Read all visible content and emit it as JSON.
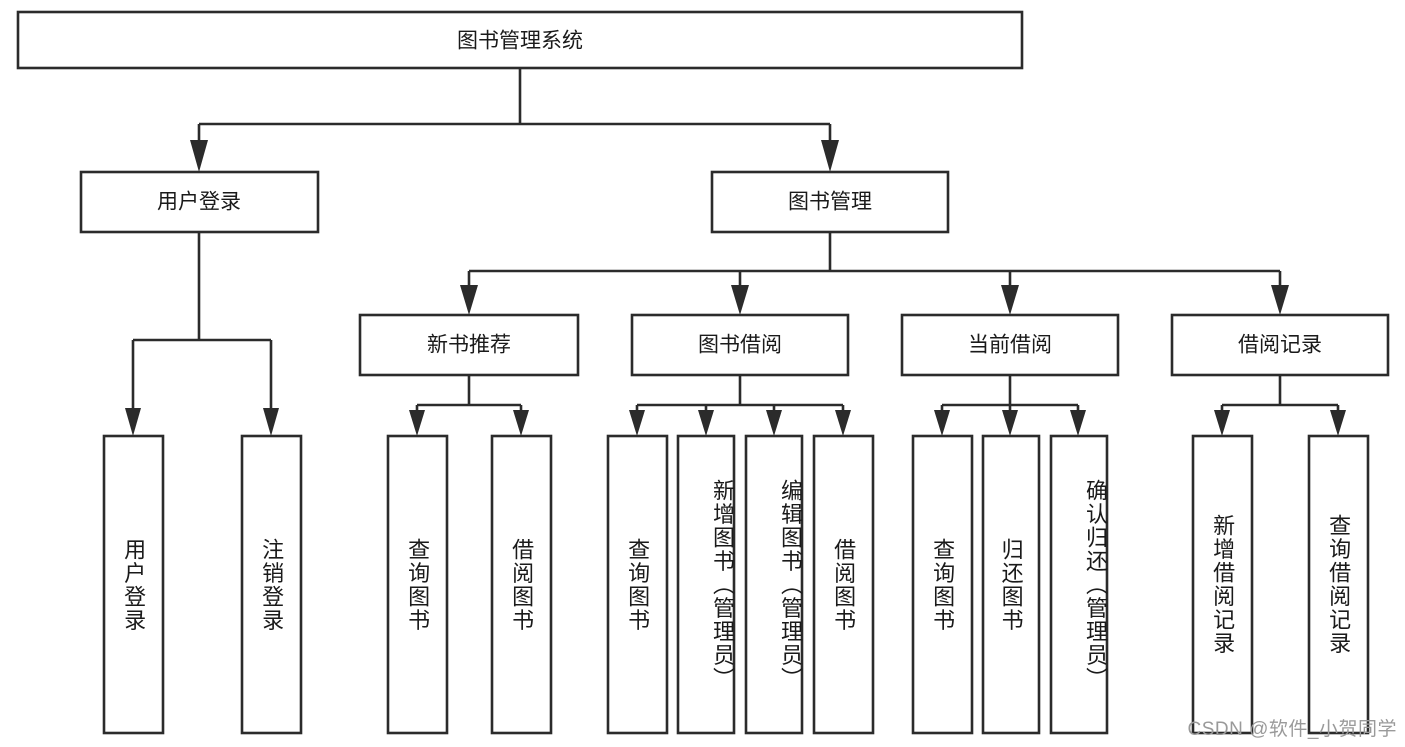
{
  "diagram": {
    "type": "tree-hierarchy",
    "title": "图书管理系统",
    "root": {
      "id": "root",
      "label": "图书管理系统",
      "orientation": "horizontal"
    },
    "level2": [
      {
        "id": "user-login",
        "label": "用户登录",
        "orientation": "horizontal"
      },
      {
        "id": "book-management",
        "label": "图书管理",
        "orientation": "horizontal"
      }
    ],
    "level3": [
      {
        "id": "new-book-recommend",
        "label": "新书推荐",
        "orientation": "horizontal",
        "parent": "book-management"
      },
      {
        "id": "book-borrow",
        "label": "图书借阅",
        "orientation": "horizontal",
        "parent": "book-management"
      },
      {
        "id": "current-borrow",
        "label": "当前借阅",
        "orientation": "horizontal",
        "parent": "book-management"
      },
      {
        "id": "borrow-record",
        "label": "借阅记录",
        "orientation": "horizontal",
        "parent": "book-management"
      }
    ],
    "leaves": [
      {
        "id": "leaf-user-login",
        "label": "用户登录",
        "orientation": "vertical",
        "parent": "user-login"
      },
      {
        "id": "leaf-user-logout",
        "label": "注销登录",
        "orientation": "vertical",
        "parent": "user-login"
      },
      {
        "id": "leaf-query-book-1",
        "label": "查询图书",
        "orientation": "vertical",
        "parent": "new-book-recommend"
      },
      {
        "id": "leaf-borrow-book-1",
        "label": "借阅图书",
        "orientation": "vertical",
        "parent": "new-book-recommend"
      },
      {
        "id": "leaf-query-book-2",
        "label": "查询图书",
        "orientation": "vertical",
        "parent": "book-borrow"
      },
      {
        "id": "leaf-add-book",
        "label": "新增图书（管理员）",
        "orientation": "vertical",
        "parent": "book-borrow"
      },
      {
        "id": "leaf-edit-book",
        "label": "编辑图书（管理员）",
        "orientation": "vertical",
        "parent": "book-borrow"
      },
      {
        "id": "leaf-borrow-book-2",
        "label": "借阅图书",
        "orientation": "vertical",
        "parent": "book-borrow"
      },
      {
        "id": "leaf-query-book-3",
        "label": "查询图书",
        "orientation": "vertical",
        "parent": "current-borrow"
      },
      {
        "id": "leaf-return-book",
        "label": "归还图书",
        "orientation": "vertical",
        "parent": "current-borrow"
      },
      {
        "id": "leaf-confirm-return",
        "label": "确认归还（管理员）",
        "orientation": "vertical",
        "parent": "current-borrow"
      },
      {
        "id": "leaf-add-record",
        "label": "新增借阅记录",
        "orientation": "vertical",
        "parent": "borrow-record"
      },
      {
        "id": "leaf-query-record",
        "label": "查询借阅记录",
        "orientation": "vertical",
        "parent": "borrow-record"
      }
    ]
  },
  "watermark": {
    "text": "CSDN @软件_小贺同学"
  },
  "colors": {
    "box_stroke": "#2b2b2b",
    "box_fill": "#ffffff",
    "text": "#1a1a1a",
    "background": "#ffffff",
    "watermark": "#9a9a9a"
  }
}
